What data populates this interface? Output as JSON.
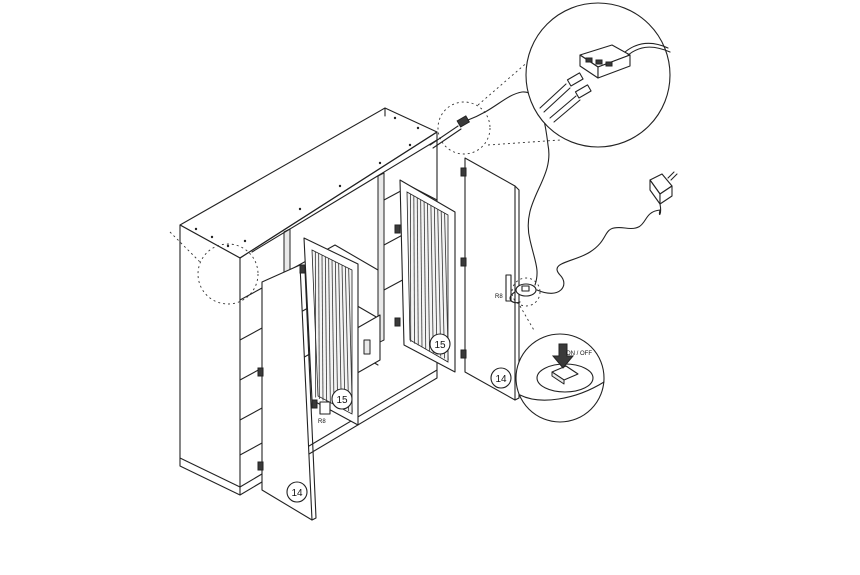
{
  "labels": {
    "door_left_number": "14",
    "door_right_number": "14",
    "glass_door_left_number": "15",
    "glass_door_right_number": "15",
    "switch_label": "ON / OFF",
    "led_label_right": "R8",
    "led_label_left": "R8"
  },
  "colors": {
    "line": "#222222",
    "background": "#ffffff",
    "panel_fill": "#e9e9e9"
  }
}
